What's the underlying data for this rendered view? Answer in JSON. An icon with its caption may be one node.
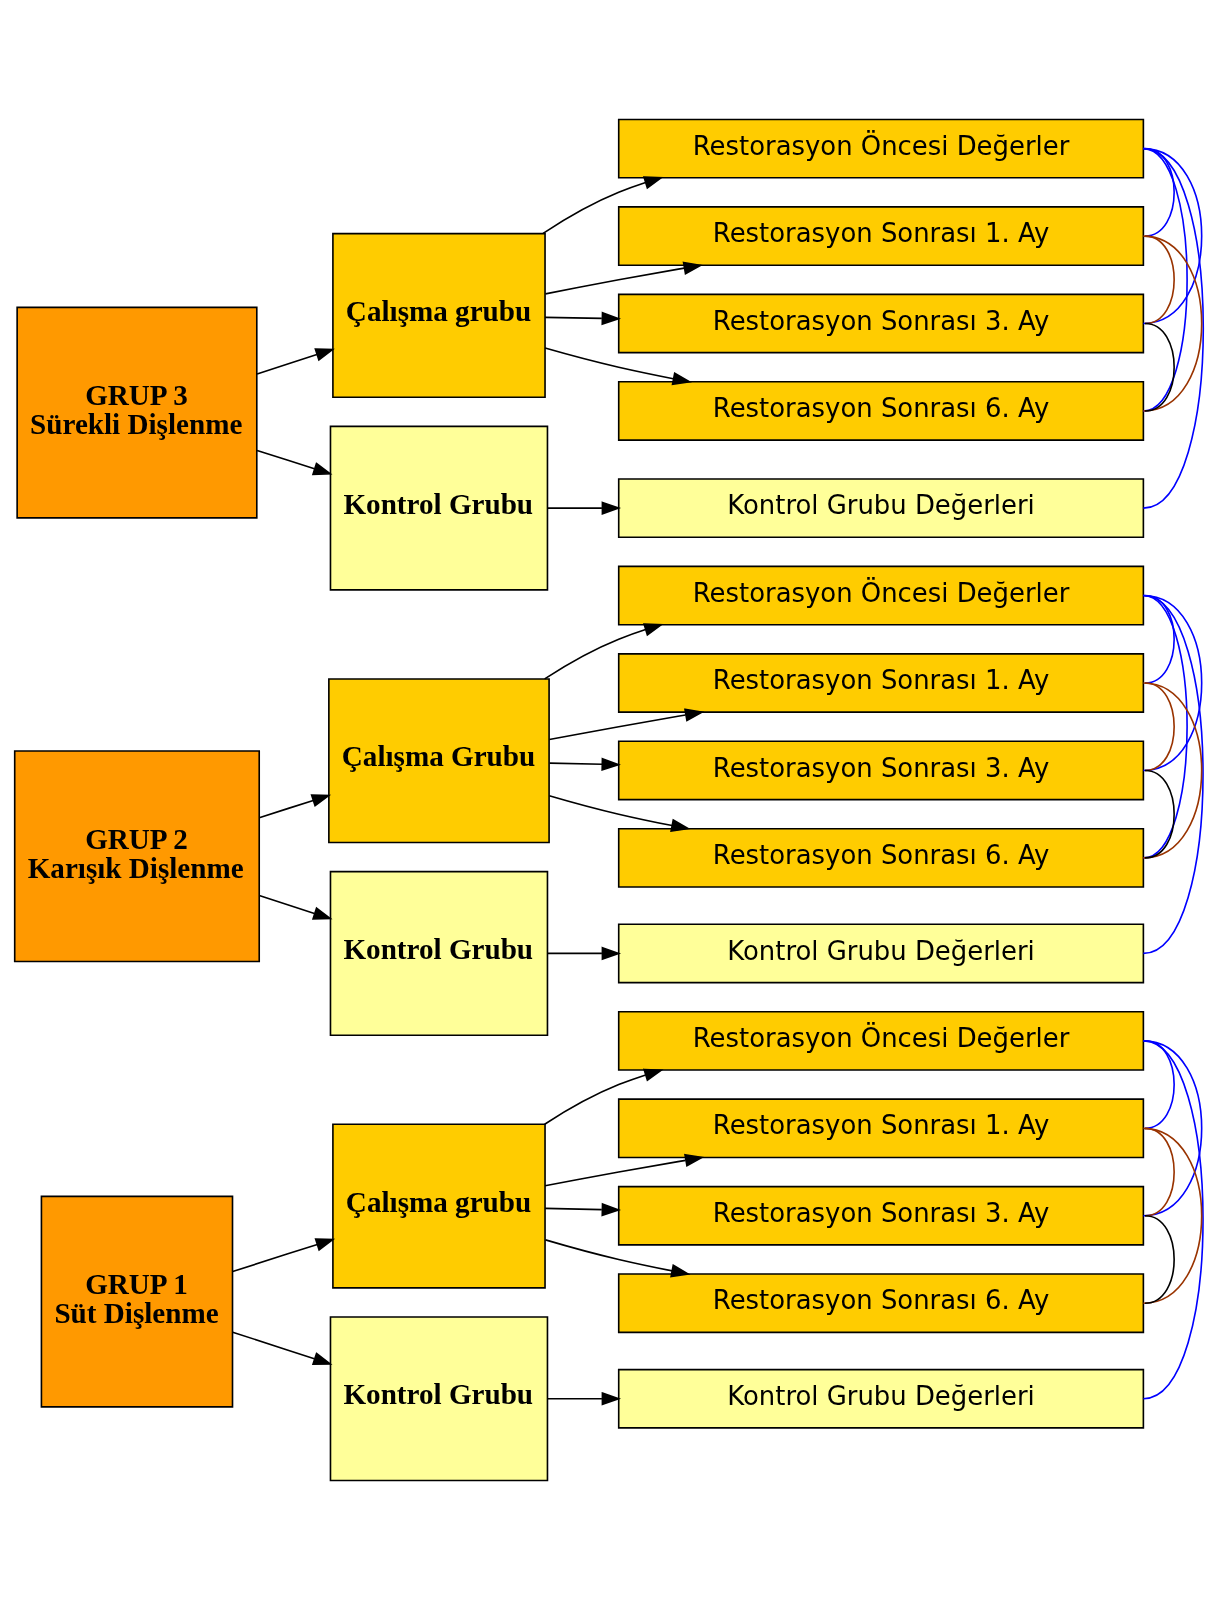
{
  "diagram": {
    "nodes": [
      {
        "text": [
          "GRUP 1",
          "Süt Dişlenme"
        ]
      },
      {
        "text": [
          "Çalışma grubu"
        ]
      },
      {
        "text": [
          "Kontrol Grubu"
        ]
      },
      {
        "text": [
          "Restorasyon Öncesi Değerler"
        ]
      },
      {
        "text": [
          "Restorasyon Sonrası 1. Ay"
        ]
      },
      {
        "text": [
          "Restorasyon Sonrası 3. Ay"
        ]
      },
      {
        "text": [
          "Restorasyon Sonrası 6. Ay"
        ]
      },
      {
        "text": [
          "Kontrol Grubu Değerleri"
        ]
      },
      {
        "text": [
          "GRUP 2",
          "Karışık Dişlenme"
        ]
      },
      {
        "text": [
          "Çalışma Grubu"
        ]
      },
      {
        "text": [
          "Kontrol Grubu"
        ]
      },
      {
        "text": [
          "Restorasyon Öncesi Değerler"
        ]
      },
      {
        "text": [
          "Restorasyon Sonrası 1. Ay"
        ]
      },
      {
        "text": [
          "Restorasyon Sonrası 3. Ay"
        ]
      },
      {
        "text": [
          "Restorasyon Sonrası 6. Ay"
        ]
      },
      {
        "text": [
          "Kontrol Grubu Değerleri"
        ]
      },
      {
        "text": [
          "GRUP 3",
          "Sürekli Dişlenme"
        ]
      },
      {
        "text": [
          "Çalışma grubu"
        ]
      },
      {
        "text": [
          "Kontrol Grubu"
        ]
      },
      {
        "text": [
          "Restorasyon Öncesi Değerler"
        ]
      },
      {
        "text": [
          "Restorasyon Sonrası 1. Ay"
        ]
      },
      {
        "text": [
          "Restorasyon Sonrası 3. Ay"
        ]
      },
      {
        "text": [
          "Restorasyon Sonrası 6. Ay"
        ]
      },
      {
        "text": [
          "Kontrol Grubu Değerleri"
        ]
      }
    ],
    "edges": [
      {
        "from": 0,
        "to": 1,
        "arrow": "to"
      },
      {
        "from": 0,
        "to": 2,
        "arrow": "to"
      },
      {
        "from": 1,
        "to": 3,
        "arrow": "to"
      },
      {
        "from": 1,
        "to": 4,
        "arrow": "to"
      },
      {
        "from": 1,
        "to": 5,
        "arrow": "to"
      },
      {
        "from": 1,
        "to": 6,
        "arrow": "to"
      },
      {
        "from": 2,
        "to": 7,
        "arrow": "to"
      },
      {
        "from": 3,
        "to": 4,
        "arrow": "none",
        "color": "#0000ff"
      },
      {
        "from": 3,
        "to": 5,
        "arrow": "none",
        "color": "#0000ff"
      },
      {
        "from": 3,
        "to": 7,
        "arrow": "none",
        "color": "#0000ff"
      },
      {
        "from": 4,
        "to": 5,
        "arrow": "none",
        "color": "#993300"
      },
      {
        "from": 4,
        "to": 6,
        "arrow": "none",
        "color": "#993300"
      },
      {
        "from": 5,
        "to": 6,
        "arrow": "none"
      },
      {
        "from": 8,
        "to": 9,
        "arrow": "to"
      },
      {
        "from": 8,
        "to": 10,
        "arrow": "to"
      },
      {
        "from": 9,
        "to": 11,
        "arrow": "to"
      },
      {
        "from": 9,
        "to": 12,
        "arrow": "to"
      },
      {
        "from": 9,
        "to": 13,
        "arrow": "to"
      },
      {
        "from": 9,
        "to": 14,
        "arrow": "to"
      },
      {
        "from": 10,
        "to": 15,
        "arrow": "to"
      },
      {
        "from": 11,
        "to": 12,
        "arrow": "none",
        "color": "#0000ff"
      },
      {
        "from": 11,
        "to": 13,
        "arrow": "none",
        "color": "#0000ff"
      },
      {
        "from": 11,
        "to": 14,
        "arrow": "none",
        "color": "#0000ff"
      },
      {
        "from": 11,
        "to": 15,
        "arrow": "none",
        "color": "#0000ff"
      },
      {
        "from": 12,
        "to": 13,
        "arrow": "none",
        "color": "#993300"
      },
      {
        "from": 12,
        "to": 14,
        "arrow": "none",
        "color": "#993300"
      },
      {
        "from": 13,
        "to": 14,
        "arrow": "none"
      },
      {
        "from": 16,
        "to": 17,
        "arrow": "to"
      },
      {
        "from": 16,
        "to": 18,
        "arrow": "to"
      },
      {
        "from": 17,
        "to": 19,
        "arrow": "to"
      },
      {
        "from": 17,
        "to": 20,
        "arrow": "to"
      },
      {
        "from": 17,
        "to": 21,
        "arrow": "to"
      },
      {
        "from": 17,
        "to": 22,
        "arrow": "to"
      },
      {
        "from": 18,
        "to": 23,
        "arrow": "to"
      },
      {
        "from": 19,
        "to": 20,
        "arrow": "none",
        "color": "#0000ff"
      },
      {
        "from": 19,
        "to": 21,
        "arrow": "none",
        "color": "#0000ff"
      },
      {
        "from": 19,
        "to": 22,
        "arrow": "none",
        "color": "#0000ff"
      },
      {
        "from": 19,
        "to": 23,
        "arrow": "none",
        "color": "#0000ff"
      },
      {
        "from": 20,
        "to": 21,
        "arrow": "none",
        "color": "#993300"
      },
      {
        "from": 20,
        "to": 22,
        "arrow": "none",
        "color": "#993300"
      },
      {
        "from": 21,
        "to": 22,
        "arrow": "none"
      }
    ]
  }
}
